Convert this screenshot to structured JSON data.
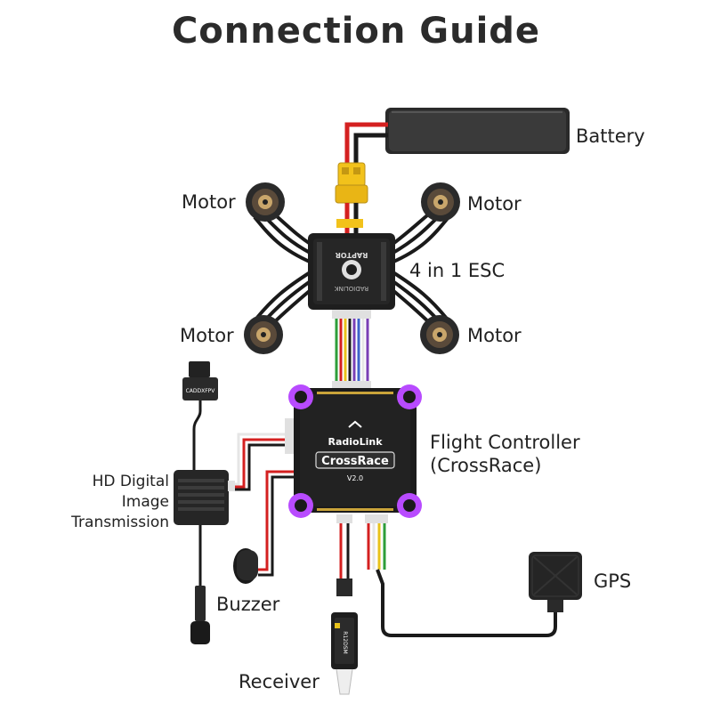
{
  "title": "Connection Guide",
  "labels": {
    "battery": "Battery",
    "motor_top_left": "Motor",
    "motor_top_right": "Motor",
    "motor_bottom_left": "Motor",
    "motor_bottom_right": "Motor",
    "esc": "4 in 1 ESC",
    "fc_line1": "Flight Controller",
    "fc_line2": "(CrossRace)",
    "vtx_line1": "HD Digital",
    "vtx_line2": "Image",
    "vtx_line3": "Transmission",
    "buzzer": "Buzzer",
    "receiver": "Receiver",
    "gps": "GPS"
  },
  "board_text": {
    "esc_brand": "RAPTOR",
    "esc_maker": "RADIOLINK",
    "fc_brand": "RadioLink",
    "fc_model": "CrossRace",
    "fc_version": "V2.0",
    "camera_brand": "CADDXFPV",
    "receiver_model": "R12DSM"
  },
  "colors": {
    "text": "#222222",
    "board": "#1e1e1e",
    "led": "#b84bff",
    "wire_red": "#d42020",
    "wire_black": "#1a1a1a",
    "wire_white": "#e6e6e6",
    "wire_green": "#2e9e3a",
    "wire_purple": "#7a3fb5",
    "wire_yellow": "#e8c21a",
    "connector": "#f2c21b"
  },
  "icons": [
    "battery-icon",
    "xt60-connector-icon",
    "motor-icon",
    "esc-board-icon",
    "flight-controller-icon",
    "camera-icon",
    "vtx-module-icon",
    "antenna-icon",
    "buzzer-icon",
    "receiver-icon",
    "gps-module-icon"
  ]
}
